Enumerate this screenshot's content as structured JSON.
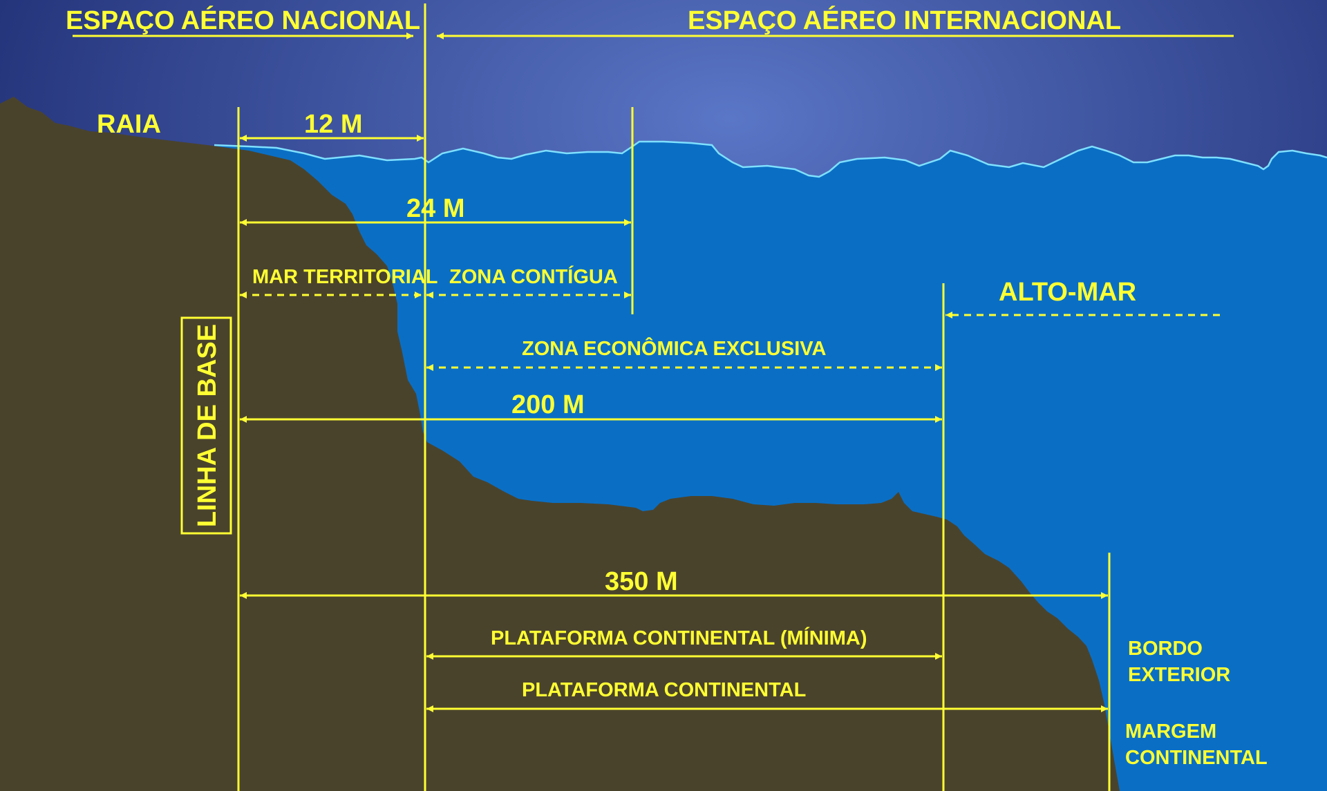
{
  "colors": {
    "sky_center": "#5a76c6",
    "sky_edge": "#142064",
    "sea": "#0a6fc4",
    "land": "#4a432c",
    "line": "#ffff33",
    "wave": "#7fe0ff"
  },
  "labels": {
    "national_airspace": "ESPAÇO AÉREO NACIONAL",
    "international_airspace": "ESPAÇO AÉREO INTERNACIONAL",
    "raia": "RAIA",
    "m12": "12 M",
    "m24": "24 M",
    "territorial_sea": "MAR TERRITORIAL",
    "contiguous_zone": "ZONA CONTÍGUA",
    "high_seas": "ALTO-MAR",
    "eez": "ZONA ECONÔMICA EXCLUSIVA",
    "m200": "200 M",
    "baseline": "LINHA DE BASE",
    "m350": "350 M",
    "shelf_min": "PLATAFORMA CONTINENTAL (MÍNIMA)",
    "shelf": "PLATAFORMA CONTINENTAL",
    "outer_edge_1": "BORDO",
    "outer_edge_2": "EXTERIOR",
    "margin_1": "MARGEM",
    "margin_2": "CONTINENTAL"
  }
}
